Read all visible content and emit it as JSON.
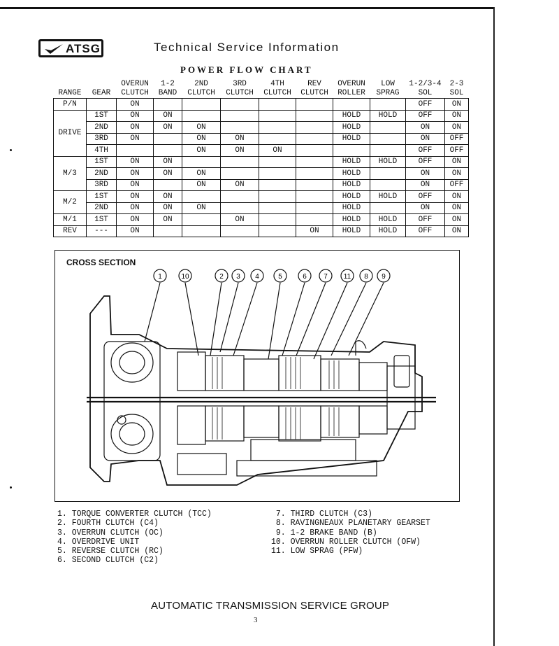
{
  "header": {
    "logo_text": "ATSG",
    "title": "Technical Service Information"
  },
  "chart_title": "POWER FLOW CHART",
  "table": {
    "columns": [
      "RANGE",
      "GEAR",
      "OVERUN\nCLUTCH",
      "1-2\nBAND",
      "2ND\nCLUTCH",
      "3RD\nCLUTCH",
      "4TH\nCLUTCH",
      "REV\nCLUTCH",
      "OVERUN\nROLLER",
      "LOW\nSPRAG",
      "1-2/3-4\nSOL",
      "2-3\nSOL"
    ],
    "rows": [
      {
        "range": "P/N",
        "gear": "",
        "cells": [
          "ON",
          "",
          "",
          "",
          "",
          "",
          "",
          "",
          "OFF",
          "ON"
        ]
      },
      {
        "range": "DRIVE",
        "gear": "1ST",
        "cells": [
          "ON",
          "ON",
          "",
          "",
          "",
          "",
          "HOLD",
          "HOLD",
          "OFF",
          "ON"
        ]
      },
      {
        "range": "",
        "gear": "2ND",
        "cells": [
          "ON",
          "ON",
          "ON",
          "",
          "",
          "",
          "HOLD",
          "",
          "ON",
          "ON"
        ]
      },
      {
        "range": "",
        "gear": "3RD",
        "cells": [
          "ON",
          "",
          "ON",
          "ON",
          "",
          "",
          "HOLD",
          "",
          "ON",
          "OFF"
        ]
      },
      {
        "range": "",
        "gear": "4TH",
        "cells": [
          "",
          "",
          "ON",
          "ON",
          "ON",
          "",
          "",
          "",
          "OFF",
          "OFF"
        ]
      },
      {
        "range": "M/3",
        "gear": "1ST",
        "cells": [
          "ON",
          "ON",
          "",
          "",
          "",
          "",
          "HOLD",
          "HOLD",
          "OFF",
          "ON"
        ]
      },
      {
        "range": "",
        "gear": "2ND",
        "cells": [
          "ON",
          "ON",
          "ON",
          "",
          "",
          "",
          "HOLD",
          "",
          "ON",
          "ON"
        ]
      },
      {
        "range": "",
        "gear": "3RD",
        "cells": [
          "ON",
          "",
          "ON",
          "ON",
          "",
          "",
          "HOLD",
          "",
          "ON",
          "OFF"
        ]
      },
      {
        "range": "M/2",
        "gear": "1ST",
        "cells": [
          "ON",
          "ON",
          "",
          "",
          "",
          "",
          "HOLD",
          "HOLD",
          "OFF",
          "ON"
        ]
      },
      {
        "range": "",
        "gear": "2ND",
        "cells": [
          "ON",
          "ON",
          "ON",
          "",
          "",
          "",
          "HOLD",
          "",
          "ON",
          "ON"
        ]
      },
      {
        "range": "M/1",
        "gear": "1ST",
        "cells": [
          "ON",
          "ON",
          "",
          "ON",
          "",
          "",
          "HOLD",
          "HOLD",
          "OFF",
          "ON"
        ]
      },
      {
        "range": "REV",
        "gear": "---",
        "cells": [
          "ON",
          "",
          "",
          "",
          "",
          "ON",
          "HOLD",
          "HOLD",
          "OFF",
          "ON"
        ]
      }
    ]
  },
  "cross_section": {
    "title": "CROSS SECTION",
    "callouts": [
      "1",
      "10",
      "2",
      "3",
      "4",
      "5",
      "6",
      "7",
      "11",
      "8",
      "9"
    ]
  },
  "legend_left": [
    "1. TORQUE CONVERTER CLUTCH (TCC)",
    "2. FOURTH CLUTCH (C4)",
    "3. OVERRUN CLUTCH (OC)",
    "4. OVERDRIVE UNIT",
    "5. REVERSE CLUTCH (RC)",
    "6. SECOND CLUTCH (C2)"
  ],
  "legend_right": [
    " 7. THIRD CLUTCH (C3)",
    " 8. RAVINGNEAUX PLANETARY GEARSET",
    " 9. 1-2 BRAKE BAND (B)",
    "10. OVERRUN ROLLER CLUTCH (OFW)",
    "11. LOW SPRAG (PFW)"
  ],
  "footer": "AUTOMATIC TRANSMISSION SERVICE GROUP",
  "page_number": "3"
}
